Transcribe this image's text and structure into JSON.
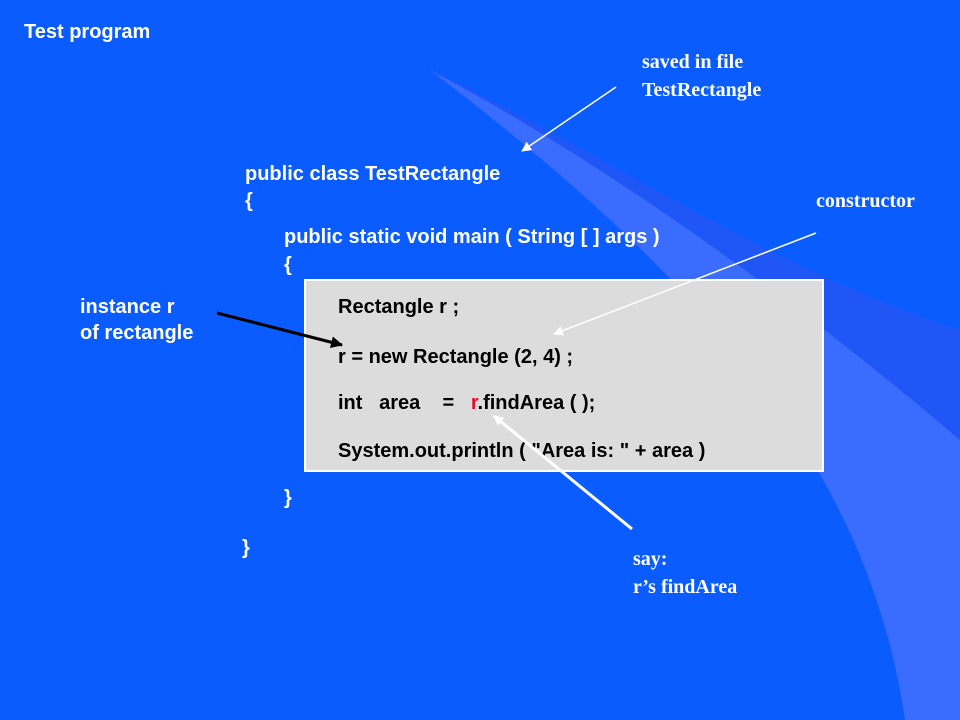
{
  "slide": {
    "title": "Test program",
    "code": {
      "class_line": "public class   TestRectangle",
      "class_open_brace": "{",
      "main_line": "public static void main ( String [ ] args )",
      "main_open_brace": "{",
      "body": {
        "line1": "Rectangle   r ;",
        "line2": "r = new   Rectangle (2, 4) ;",
        "line3_prefix": "int   area    =   ",
        "line3_highlight": "r",
        "line3_suffix": ".findArea ( );",
        "line4": "System.out.println ( \"Area is: \"  +  area )"
      },
      "main_close_brace": "}",
      "class_close_brace": "}"
    },
    "annotations": {
      "saved_in_file": [
        "saved in file",
        "TestRectangle"
      ],
      "constructor": "constructor",
      "instance": [
        "instance r",
        "of rectangle"
      ],
      "say": [
        "say:",
        "r’s findArea"
      ]
    }
  },
  "colors": {
    "background": "#0a5cff",
    "decoration": "#3f73ff",
    "code_box": "#dcdcdc",
    "code_text": "#000000",
    "highlight": "#e0102a",
    "text": "#ffffff"
  }
}
